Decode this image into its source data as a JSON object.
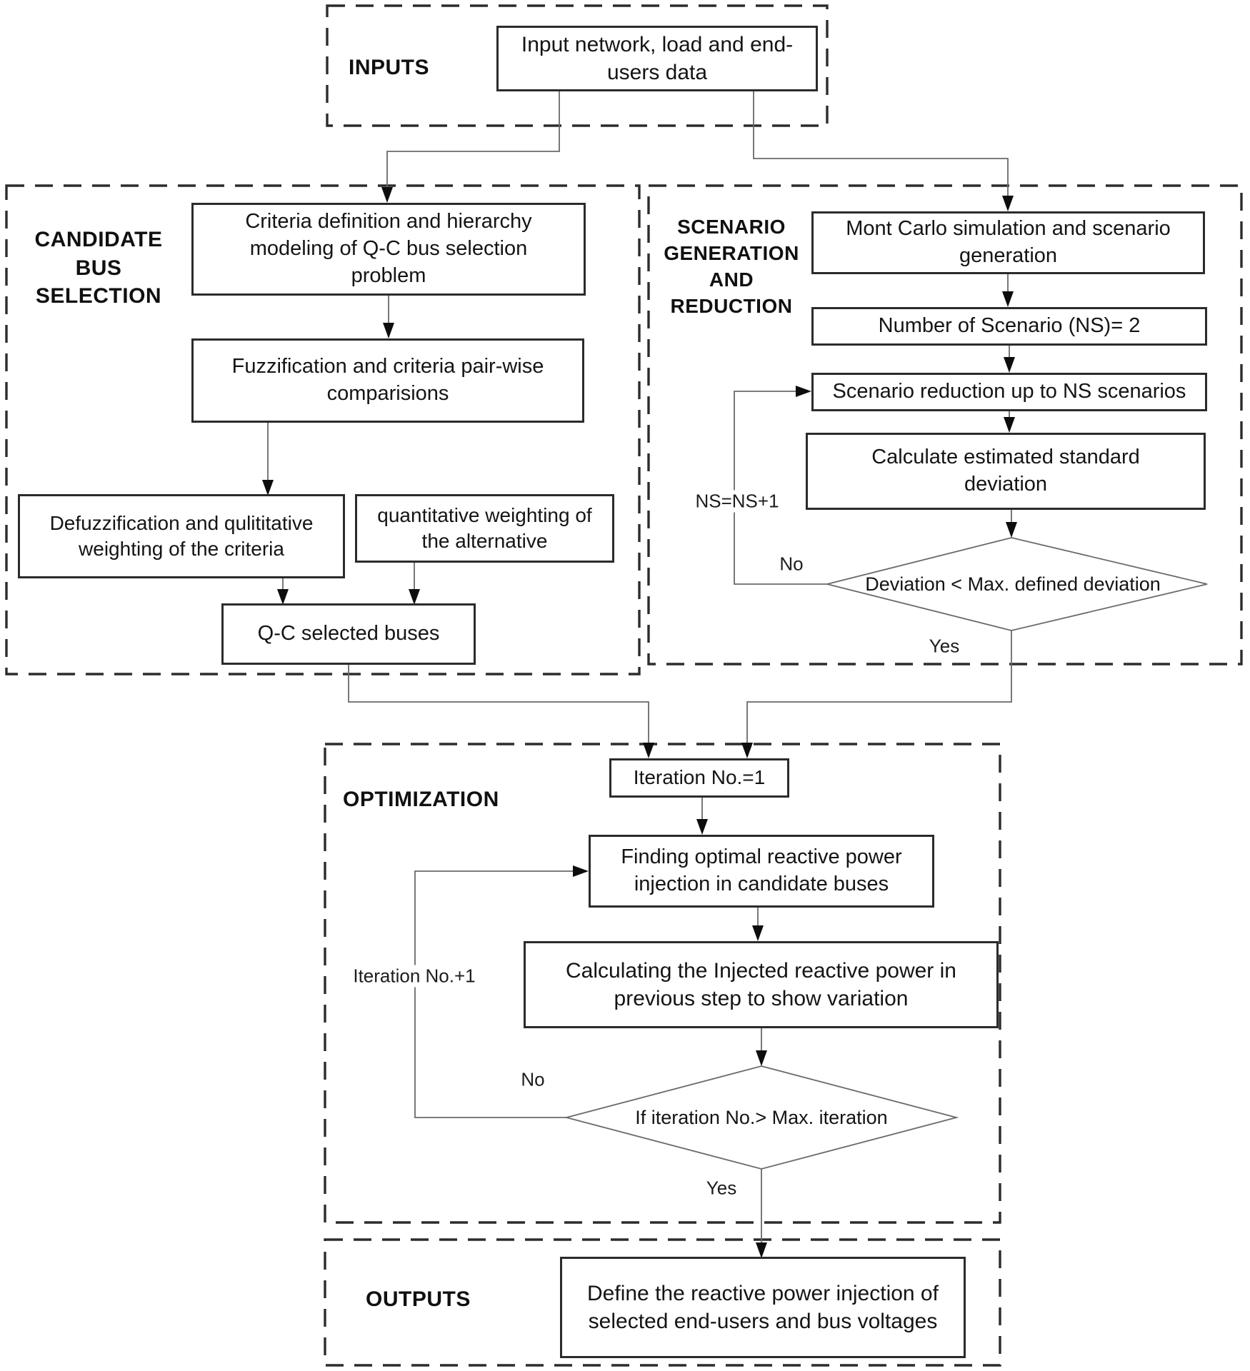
{
  "sections": {
    "inputs": {
      "label": "INPUTS"
    },
    "candidate": {
      "line1": "CANDIDATE",
      "line2": "BUS",
      "line3": "SELECTION"
    },
    "scenario": {
      "line1": "SCENARIO",
      "line2": "GENERATION",
      "line3": "AND",
      "line4": "REDUCTION"
    },
    "optimization": {
      "label": "OPTIMIZATION"
    },
    "outputs": {
      "label": "OUTPUTS"
    }
  },
  "nodes": {
    "input_data": {
      "line1": "Input network, load and end-",
      "line2": "users  data"
    },
    "criteria": {
      "line1": "Criteria definition and hierarchy",
      "line2": "modeling of Q-C bus selection",
      "line3": "problem"
    },
    "fuzzification": {
      "line1": "Fuzzification and criteria pair-wise",
      "line2": "comparisions"
    },
    "defuzzification": {
      "line1": "Defuzzification and qulititative",
      "line2": "weighting of the criteria"
    },
    "quantitative": {
      "line1": "quantitative weighting of",
      "line2": "the alternative"
    },
    "qc_buses": {
      "text": "Q-C selected buses"
    },
    "monte_carlo": {
      "line1": "Mont Carlo simulation and scenario",
      "line2": "generation"
    },
    "ns_number": {
      "text": "Number of Scenario (NS)= 2"
    },
    "reduction": {
      "text": "Scenario reduction up to NS scenarios"
    },
    "calc_std": {
      "line1": "Calculate estimated standard",
      "line2": "deviation"
    },
    "deviation_decision": {
      "text": "Deviation < Max. defined deviation"
    },
    "iteration_init": {
      "text": "Iteration No.=1"
    },
    "finding": {
      "line1": "Finding optimal reactive power",
      "line2": "injection in candidate buses"
    },
    "calc_injected": {
      "line1": "Calculating the Injected reactive power in",
      "line2": "previous step to show variation"
    },
    "iteration_decision": {
      "text": "If iteration No.> Max. iteration"
    },
    "define_output": {
      "line1": "Define the reactive power injection of",
      "line2": "selected end-users and bus voltages"
    }
  },
  "edge_labels": {
    "ns_increment": "NS=NS+1",
    "deviation_no": "No",
    "deviation_yes": "Yes",
    "iter_increment": "Iteration No.+1",
    "iteration_no": "No",
    "iteration_yes": "Yes"
  }
}
